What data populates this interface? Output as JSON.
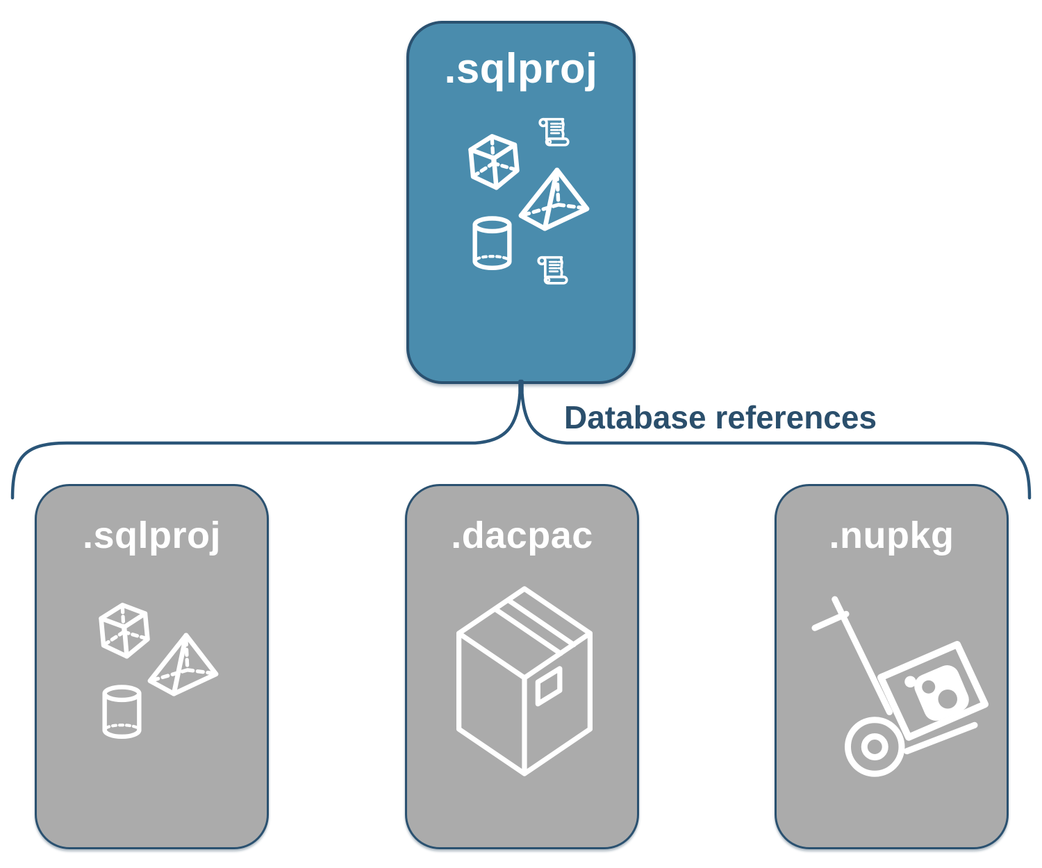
{
  "parent_node": {
    "label": ".sqlproj",
    "icons": [
      "cube-icon",
      "scroll-icon",
      "pyramid-icon",
      "cylinder-icon",
      "scroll-icon"
    ]
  },
  "connector": {
    "label": "Database references"
  },
  "child_nodes": [
    {
      "label": ".sqlproj",
      "icons": [
        "cube-icon",
        "pyramid-icon",
        "cylinder-icon"
      ]
    },
    {
      "label": ".dacpac",
      "icons": [
        "package-box-icon"
      ]
    },
    {
      "label": ".nupkg",
      "icons": [
        "nuget-hand-truck-icon"
      ]
    }
  ],
  "colors": {
    "background": "#FFFFFF",
    "parent_fill": "#4A8CAD",
    "child_fill": "#ABABAB",
    "node_border": "#2A5170",
    "brace_line": "#2A5578",
    "connector_text": "#2B4F6C",
    "label_text": "#FFFFFF",
    "icon_stroke": "#FFFFFF"
  }
}
